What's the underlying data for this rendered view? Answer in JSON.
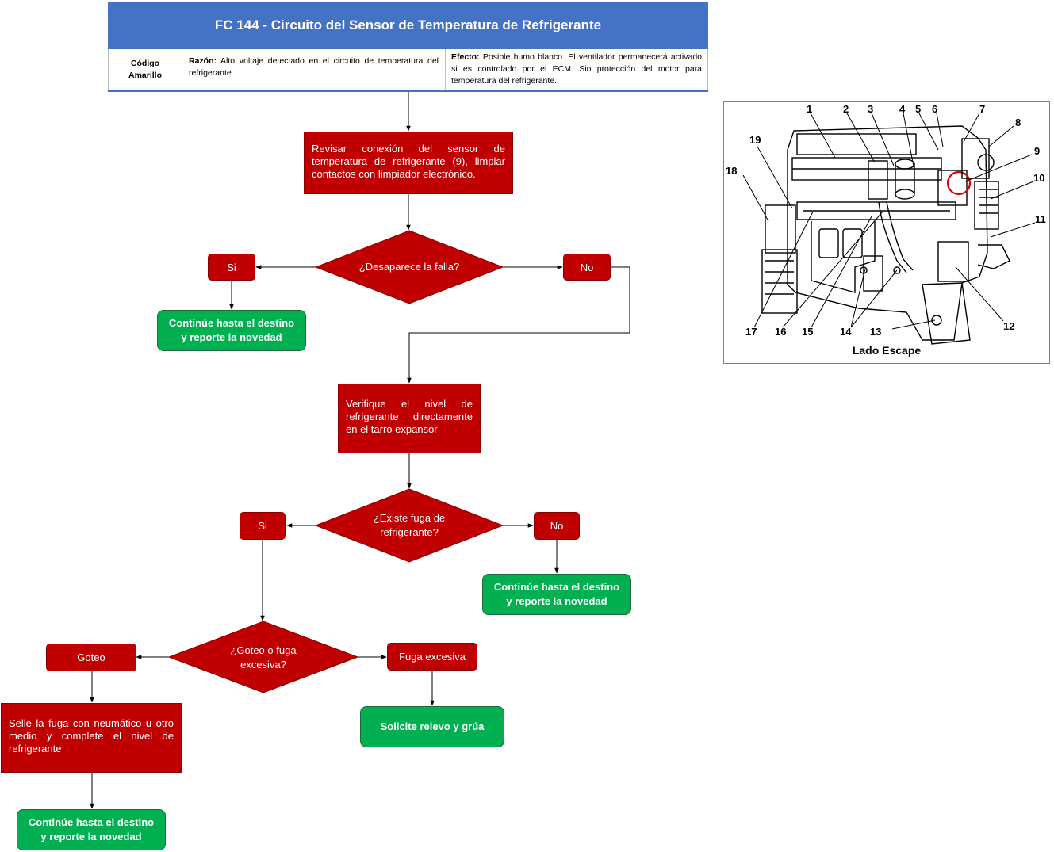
{
  "header": {
    "title": "FC 144 - Circuito del Sensor de Temperatura de Refrigerante",
    "code": "Código Amarillo",
    "reason_label": "Razón:",
    "reason_text": "Alto voltaje detectado en el circuito de temperatura del refrigerante.",
    "effect_label": "Efecto:",
    "effect_text": "Posible humo blanco. El ventilador permanecerá activado si es controlado por el ECM. Sin protección del motor para temperatura del refrigerante."
  },
  "flow": {
    "step1": "Revisar conexión del sensor de temperatura de refrigerante (9), limpiar contactos con limpiador electrónico.",
    "decision1": "¿Desaparece la falla?",
    "d1_yes": "Si",
    "d1_no": "No",
    "end1": "Continúe hasta el destino y reporte la novedad",
    "step2": "Verifique el nivel de refrigerante directamente en el tarro expansor",
    "decision2": "¿Existe fuga de refrigerante?",
    "d2_yes": "Si",
    "d2_no": "No",
    "end2": "Continúe hasta el destino y reporte la novedad",
    "decision3": "¿Goteo o fuga excesiva?",
    "d3_left": "Goteo",
    "d3_right": "Fuga excesiva",
    "step3": "Selle la fuga con neumático u otro medio y complete el nivel de refrigerante",
    "end_tow": "Solicite relevo y grúa",
    "end3": "Continúe hasta el destino y reporte la novedad"
  },
  "engine_figure": {
    "caption": "Lado Escape",
    "callouts": [
      "1",
      "2",
      "3",
      "4",
      "5",
      "6",
      "7",
      "8",
      "9",
      "10",
      "11",
      "12",
      "13",
      "14",
      "15",
      "16",
      "17",
      "18",
      "19"
    ],
    "highlight_color": "#e00000"
  },
  "colors": {
    "header_blue": "#4472c4",
    "code_yellow": "#ffc000",
    "action_red": "#c00000",
    "end_green": "#00b050"
  }
}
